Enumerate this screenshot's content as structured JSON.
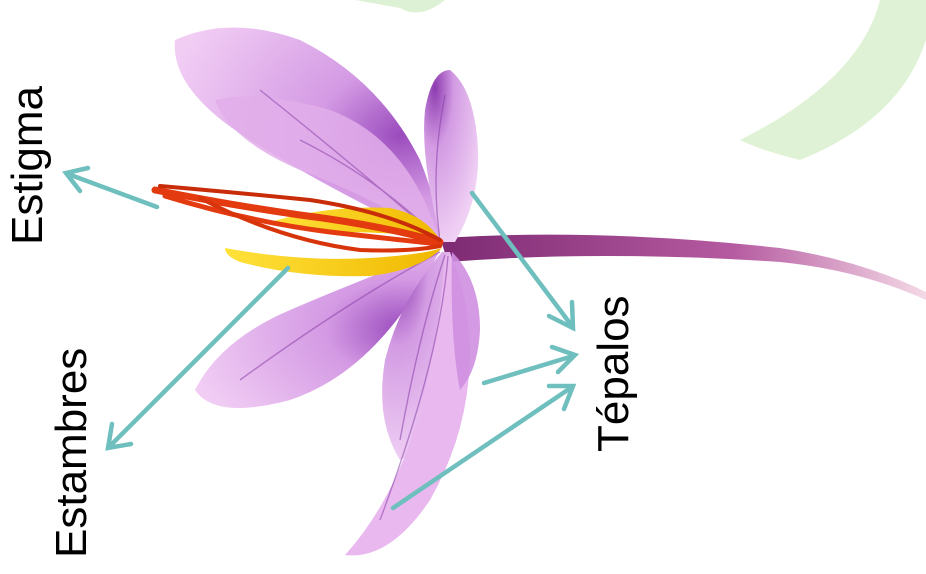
{
  "labels": {
    "stigma": "Estigma",
    "stamens": "Estambres",
    "tepals": "Tépalos"
  },
  "colors": {
    "background": "#ffffff",
    "arrow": "#6fbfbf",
    "petal_light": "#e8b8ee",
    "petal_mid": "#cf8fe0",
    "petal_vein": "#8a3fa8",
    "stem": "#9c3a86",
    "stigma": "#e33a10",
    "stamen": "#f4d000",
    "leaf_background": "#d9f0cf",
    "label_text": "#000000"
  },
  "icons": {
    "subject": "saffron-crocus-flower"
  }
}
